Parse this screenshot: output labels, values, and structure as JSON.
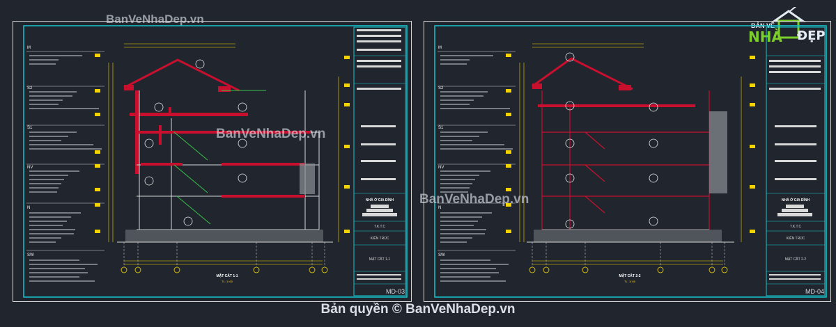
{
  "watermarks": {
    "top": "BanVeNhaDep.vn",
    "mid_1": "BanVeNhaDep.vn",
    "mid_2": "BanVeNhaDep.vn"
  },
  "footer": {
    "copyright": "Bản quyền © BanVeNhaDep.vn"
  },
  "logo": {
    "small_text": "BẢN VẼ",
    "brand_left": "NHÀ",
    "brand_right": "ĐẸP"
  },
  "sheets": [
    {
      "section_title": "MẶT CẮT 1-1",
      "scale": "TL: 1/ 65",
      "sheet_no": "MD-03",
      "title_block_name": "MẶT CẮT 1-1",
      "discipline": "KIẾN TRÚC",
      "designer": "T.K.T.C",
      "owner": "NHÀ Ở GIA ĐÌNH"
    },
    {
      "section_title": "MẶT CẮT 2-2",
      "scale": "TL: 1/ 65",
      "sheet_no": "MD-04",
      "title_block_name": "MẶT CẮT 2-2",
      "discipline": "KIẾN TRÚC",
      "designer": "T.K.T.C",
      "owner": "NHÀ Ở GIA ĐÌNH"
    }
  ],
  "colors": {
    "background": "#21262e",
    "frame_cyan": "#16c6d0",
    "sheet_white": "#e8e8e8",
    "wall_red": "#c8102e",
    "dim_yellow": "#f4d300",
    "green": "#36c24a",
    "blue": "#4fa4e8"
  }
}
